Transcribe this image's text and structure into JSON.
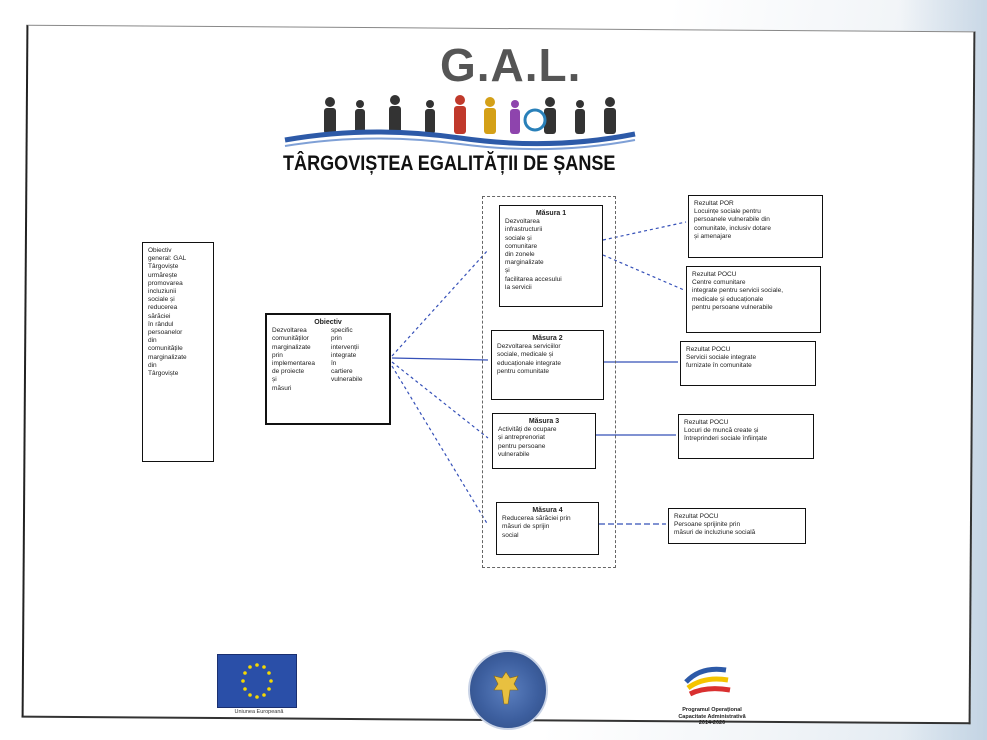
{
  "header": {
    "title": "G.A.L.",
    "subtitle": "TÂRGOVIȘTEA EGALITĂȚII DE ȘANSE"
  },
  "left_box": {
    "text": "Obiectiv\ngeneral: GAL\nTârgoviște\nurmărește\npromovarea\nincluziunii\nsociale și\nreducerea\nsărăciei\nîn rândul\npersoanelor\ndin\ncomunitățile\nmarginalizate\ndin\nTârgoviște"
  },
  "center_box": {
    "head": "Obiectiv",
    "col1": "Dezvoltarea\ncomunităților\nmarginalizate\nprin\nimplementarea\nde proiecte\nși\nmăsuri",
    "col2": "specific\nprin\nintervenții\nintegrate\nîn\ncartiere\nvulnerabile"
  },
  "measures": [
    {
      "head": "Măsura 1",
      "text": "Dezvoltarea\ninfrastructurii\nsociale și\ncomunitare\ndin zonele\nmarginalizate\nși\nfacilitarea accesului\nla servicii"
    },
    {
      "head": "Măsura 2",
      "text": "Dezvoltarea serviciilor\nsociale, medicale și\neducaționale integrate\npentru comunitate"
    },
    {
      "head": "Măsura 3",
      "text": "Activități de ocupare\nși antreprenoriat\npentru persoane\nvulnerabile"
    },
    {
      "head": "Măsura 4",
      "text": "Reducerea sărăciei prin\nmăsuri de sprijin\nsocial"
    }
  ],
  "results": [
    {
      "text": "Rezultat POR\nLocuințe sociale pentru\npersoanele vulnerabile din\ncomunitate, inclusiv dotare\nși amenajare"
    },
    {
      "text": "Rezultat POCU\nCentre comunitare\nintegrate pentru servicii sociale,\nmedicale și educaționale\npentru persoane vulnerabile"
    },
    {
      "text": "Rezultat POCU\nServicii sociale integrate\nfurnizate în comunitate"
    },
    {
      "text": "Rezultat POCU\nLocuri de muncă create și\nîntreprinderi sociale înființate"
    },
    {
      "text": "Rezultat POCU\nPersoane sprijinite prin\nmăsuri de incluziune socială"
    }
  ],
  "footer": {
    "eu_caption": "Uniunea Europeană",
    "poc_caption": "Programul Operațional\nCapacitate Administrativă\n2014-2020"
  },
  "colors": {
    "line_blue": "#3550b8",
    "eu_blue": "#2a4fa8",
    "star_yellow": "#f5d800",
    "seal_blue": "#3d5f9f"
  }
}
